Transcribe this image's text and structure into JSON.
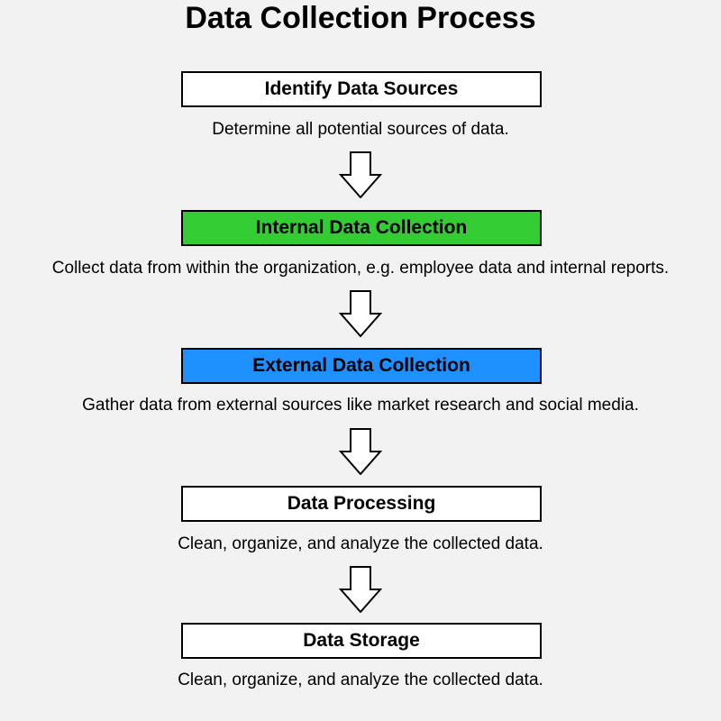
{
  "title": "Data Collection Process",
  "steps": [
    {
      "label": "Identify Data Sources",
      "description": "Determine all potential sources of data.",
      "color": "#ffffff"
    },
    {
      "label": "Internal Data Collection",
      "description": "Collect data from within the organization, e.g. employee data and internal reports.",
      "color": "#33cc33"
    },
    {
      "label": "External Data Collection",
      "description": "Gather data from external sources like market research and social media.",
      "color": "#1e90ff"
    },
    {
      "label": "Data Processing",
      "description": "Clean, organize, and analyze the collected data.",
      "color": "#ffffff"
    },
    {
      "label": "Data Storage",
      "description": "Clean, organize, and analyze the collected data.",
      "color": "#ffffff"
    }
  ]
}
